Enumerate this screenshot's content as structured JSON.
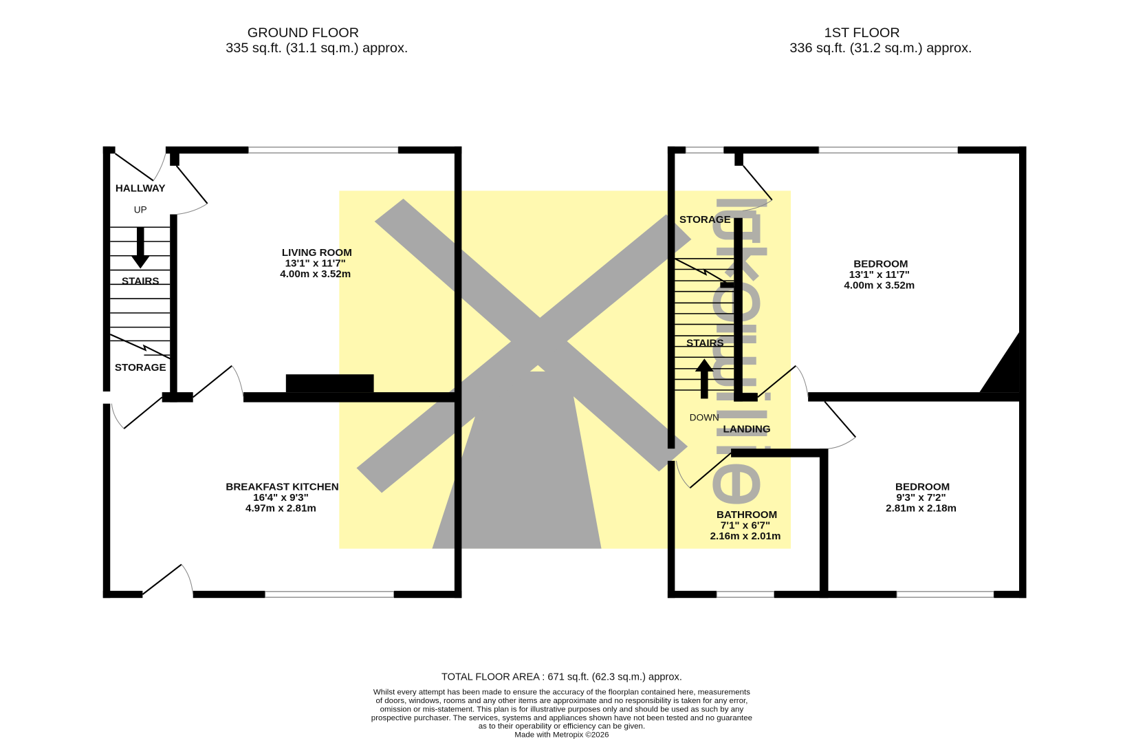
{
  "ground_floor": {
    "title": "GROUND FLOOR",
    "area": "335 sq.ft. (31.1 sq.m.) approx.",
    "rooms": [
      {
        "name": "HALLWAY"
      },
      {
        "name": "UP"
      },
      {
        "name": "STAIRS"
      },
      {
        "name": "STORAGE"
      },
      {
        "name": "LIVING ROOM",
        "imperial": "13'1\"  x 11'7\"",
        "metric": "4.00m  x 3.52m"
      },
      {
        "name": "BREAKFAST KITCHEN",
        "imperial": "16'4\"  x 9'3\"",
        "metric": "4.97m  x 2.81m"
      }
    ]
  },
  "first_floor": {
    "title": "1ST FLOOR",
    "area": "336 sq.ft. (31.2 sq.m.) approx.",
    "rooms": [
      {
        "name": "STORAGE"
      },
      {
        "name": "STAIRS"
      },
      {
        "name": "DOWN"
      },
      {
        "name": "LANDING"
      },
      {
        "name": "BEDROOM",
        "imperial": "13'1\"  x 11'7\"",
        "metric": "4.00m  x 3.52m"
      },
      {
        "name": "BEDROOM",
        "imperial": "9'3\"  x 7'2\"",
        "metric": "2.81m  x 2.18m"
      },
      {
        "name": "BATHROOM",
        "imperial": "7'1\"  x 6'7\"",
        "metric": "2.16m  x 2.01m"
      }
    ]
  },
  "footer": {
    "total": "TOTAL FLOOR AREA : 671 sq.ft. (62.3 sq.m.) approx.",
    "disclaimer": [
      "Whilst every attempt has been made to ensure the accuracy of the floorplan contained here, measurements",
      "of doors, windows, rooms and any other items are approximate and no responsibility is taken for any error,",
      "omission or mis-statement. This plan is for illustrative purposes only and should be used as such by any",
      "prospective purchaser. The services, systems and appliances shown have not been tested and no guarantee",
      "as to their operability or efficiency can be given."
    ],
    "credit": "Made with Metropix ©2026"
  },
  "watermark": {
    "text": "lukemillie",
    "background": "#fff9b0",
    "mark_color": "#a8a8a8"
  },
  "colors": {
    "wall": "#000000"
  }
}
